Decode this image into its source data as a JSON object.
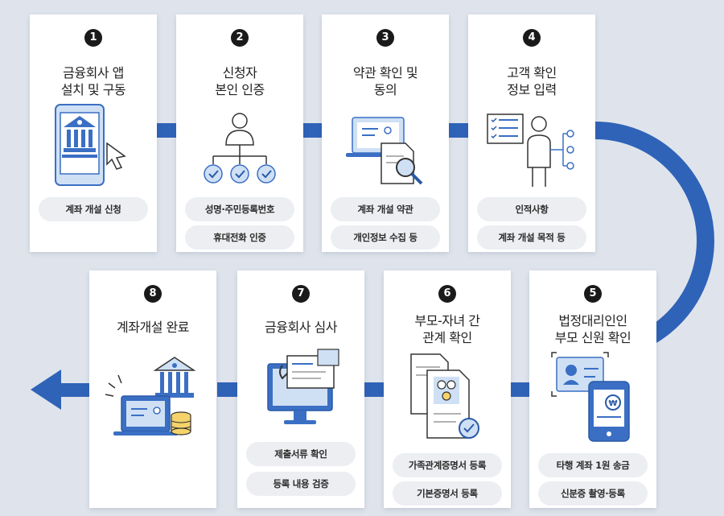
{
  "colors": {
    "background": "#dfe4ec",
    "card": "#ffffff",
    "accent_blue": "#2f63b8",
    "icon_blue": "#3a6fc4",
    "icon_light": "#cfe0f5",
    "pill": "#eceef1"
  },
  "steps": [
    {
      "num": "1",
      "title": [
        "금융회사 앱",
        "설치 및 구동"
      ],
      "icon": "mobile-bank-icon",
      "tags": [
        "계좌 개설 신청"
      ]
    },
    {
      "num": "2",
      "title": [
        "신청자",
        "본인 인증"
      ],
      "icon": "identity-hierarchy-icon",
      "tags": [
        "성명·주민등록번호",
        "휴대전화 인증"
      ]
    },
    {
      "num": "3",
      "title": [
        "약관 확인 및",
        "동의"
      ],
      "icon": "document-magnifier-icon",
      "tags": [
        "계좌 개설 약관",
        "개인정보 수집 등"
      ]
    },
    {
      "num": "4",
      "title": [
        "고객 확인",
        "정보 입력"
      ],
      "icon": "person-checklist-icon",
      "tags": [
        "인적사항",
        "계좌 개설 목적 등"
      ]
    },
    {
      "num": "5",
      "title": [
        "법정대리인인",
        "부모 신원 확인"
      ],
      "icon": "id-card-phone-icon",
      "tags": [
        "타행 계좌 1원 송금",
        "신분증 촬영·등록"
      ]
    },
    {
      "num": "6",
      "title": [
        "부모-자녀 간",
        "관계 확인"
      ],
      "icon": "family-document-icon",
      "tags": [
        "가족관계증명서 등록",
        "기본증명서 등록"
      ]
    },
    {
      "num": "7",
      "title": [
        "금융회사 심사"
      ],
      "icon": "monitor-review-icon",
      "tags": [
        "제출서류 확인",
        "등록 내용 검증"
      ]
    },
    {
      "num": "8",
      "title": [
        "계좌개설 완료"
      ],
      "icon": "bank-coins-icon",
      "tags": []
    }
  ]
}
